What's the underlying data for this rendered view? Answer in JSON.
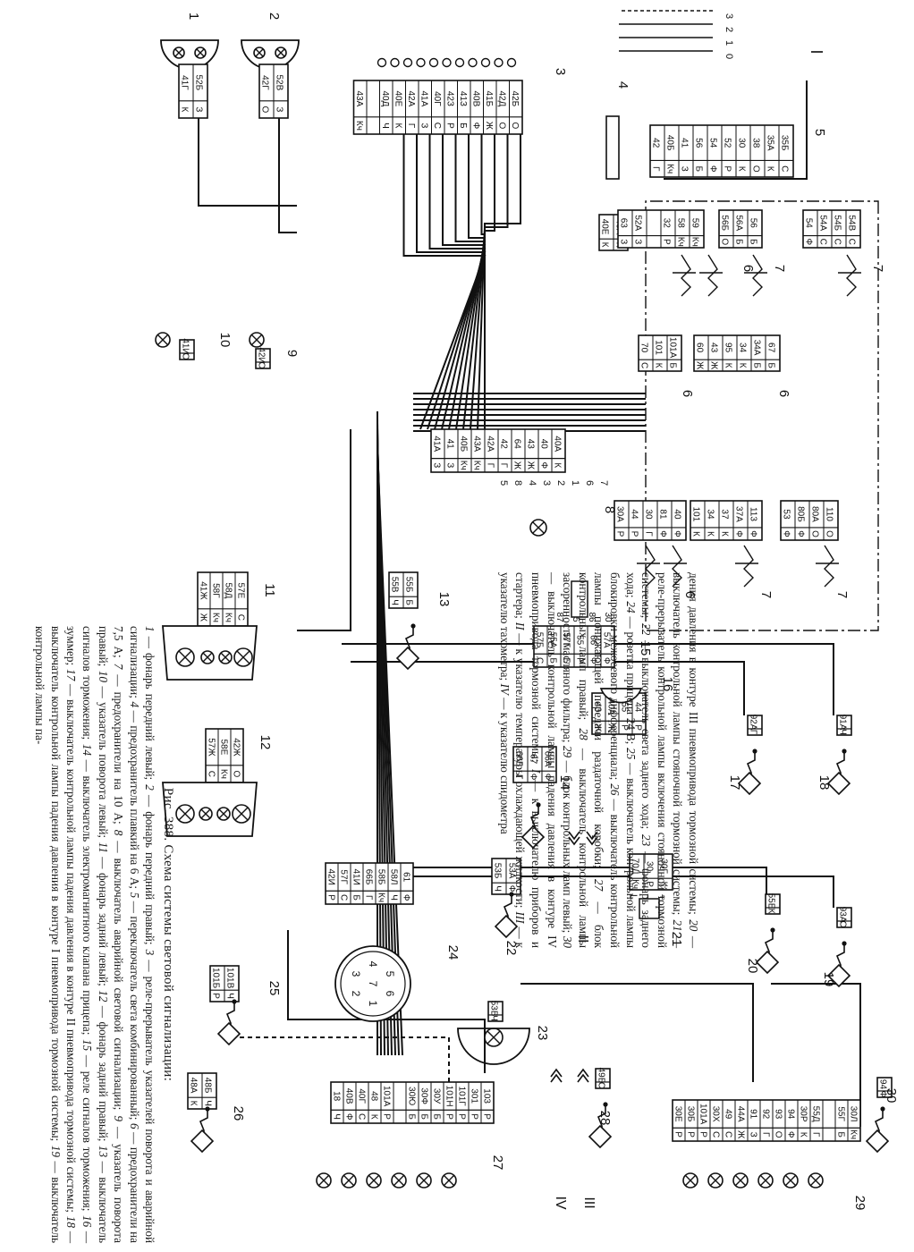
{
  "figure": {
    "title": "Рис. 388. Схема системы световой сигнализации:",
    "legend_part1": [
      {
        "n": "1",
        "t": "фонарь передний левый;"
      },
      {
        "n": "2",
        "t": "фонарь передний правый;"
      },
      {
        "n": "3",
        "t": "реле-прерыватель указателей поворота и аварийной сигнализации;"
      },
      {
        "n": "4",
        "t": "предохранитель плавкий на 6 А;"
      },
      {
        "n": "5",
        "t": "переключатель света комбинированный;"
      },
      {
        "n": "6",
        "t": "предохранители на 7,5 А;"
      },
      {
        "n": "7",
        "t": "предохранители на 10 А;"
      },
      {
        "n": "8",
        "t": "выключатель аварийной световой сигнализации;"
      },
      {
        "n": "9",
        "t": "указатель поворота правый;"
      },
      {
        "n": "10",
        "t": "указатель поворота левый;"
      },
      {
        "n": "11",
        "t": "фонарь задний левый;"
      },
      {
        "n": "12",
        "t": "фонарь задний правый;"
      },
      {
        "n": "13",
        "t": "выключатель сигналов торможения;"
      },
      {
        "n": "14",
        "t": "выключатель электромагнитного клапана прицепа;"
      },
      {
        "n": "15",
        "t": "реле сигналов торможения;"
      },
      {
        "n": "16",
        "t": "зуммер;"
      },
      {
        "n": "17",
        "t": "выключатель контрольной лампы падения давления в контуре II пневмопривода тормозной системы;"
      },
      {
        "n": "18",
        "t": "выключатель контрольной лампы падения давления в контуре I пневмопривода тормозной системы;"
      },
      {
        "n": "19",
        "t": "выключатель контрольной лампы па-"
      }
    ],
    "legend_part2": [
      {
        "n": "",
        "t": "дения давления в контуре III пневмопривода тормозной системы;"
      },
      {
        "n": "20",
        "t": "выключатель контрольной лампы стояночной тормозной системы;"
      },
      {
        "n": "21",
        "t": "реле-прерыватель контрольной лампы включения стояночной тормозной системы;"
      },
      {
        "n": "22",
        "t": "выключатель света заднего хода;"
      },
      {
        "n": "23",
        "t": "фонарь заднего хода;"
      },
      {
        "n": "24",
        "t": "розетка прицепа 24 В;"
      },
      {
        "n": "25",
        "t": "выключатель контрольной лампы блокировки межосевого дифференциала;"
      },
      {
        "n": "26",
        "t": "выключатель контрольной лампы понижающей передачи раздаточной коробки;"
      },
      {
        "n": "27",
        "t": "блок контрольных ламп правый;"
      },
      {
        "n": "28",
        "t": "выключатель контрольной лампы засоренности масляного фильтра;"
      },
      {
        "n": "29",
        "t": "блок контрольных ламп левый;"
      },
      {
        "n": "30",
        "t": "выключатель контрольной лампы падения давления в контуре IV пневмопривода тормозной системы;"
      },
      {
        "n": "I",
        "t": "к выключателю приборов и стартера;"
      },
      {
        "n": "II",
        "t": "к указателю температуры охлаждающей жидкости;"
      },
      {
        "n": "III",
        "t": "к указателю тахометра;"
      },
      {
        "n": "IV",
        "t": "к указателю спидометра"
      }
    ]
  },
  "components": {
    "c1": {
      "num": "1",
      "pins": [
        [
          "52Б",
          "З"
        ],
        [
          "41Г",
          "К"
        ]
      ]
    },
    "c2": {
      "num": "2",
      "pins": [
        [
          "52В",
          "З"
        ],
        [
          "42Г",
          "О"
        ]
      ]
    },
    "c3": {
      "num": "3",
      "pins": [
        [
          "42Б",
          "О"
        ],
        [
          "42Д",
          "О"
        ],
        [
          "41Б",
          "Ж"
        ],
        [
          "40В",
          "Ф"
        ],
        [
          "41З",
          "Б"
        ],
        [
          "42З",
          "Р"
        ],
        [
          "40Г",
          "С"
        ],
        [
          "41А",
          "З"
        ],
        [
          "42А",
          "Г"
        ],
        [
          "40Е",
          "К"
        ],
        [
          "40Д",
          "Ч"
        ],
        [
          "",
          ""
        ],
        [
          "43А",
          "Кч"
        ]
      ]
    },
    "c4": {
      "num": "4",
      "pins": [
        [
          "40А",
          "К"
        ],
        [
          "40Е",
          "К"
        ]
      ]
    },
    "c5": {
      "num": "5",
      "pins": [
        [
          "35Б",
          "С"
        ],
        [
          "35А",
          "К"
        ],
        [
          "38",
          "О"
        ],
        [
          "30",
          "К"
        ],
        [
          "52",
          "Р"
        ],
        [
          "54",
          "Ф"
        ],
        [
          "56",
          "Б"
        ],
        [
          "41",
          "З"
        ],
        [
          "40Б",
          "Кч"
        ],
        [
          "42",
          "Г"
        ]
      ]
    },
    "c5_positions": [
      "3",
      "2",
      "1",
      "0"
    ],
    "c6a": {
      "num": "6",
      "pins": [
        [
          "59",
          "Кч"
        ],
        [
          "58",
          "Кч"
        ],
        [
          "32",
          "Р"
        ],
        [
          "",
          ""
        ],
        [
          "52А",
          "З"
        ],
        [
          "63",
          "З"
        ]
      ]
    },
    "c7a": {
      "num": "7",
      "pins": [
        [
          "56",
          "Б"
        ],
        [
          "56А",
          "Б"
        ],
        [
          "56Б",
          "О"
        ]
      ]
    },
    "c7b": {
      "num": "7",
      "pins": [
        [
          "54В",
          "С"
        ],
        [
          "54Б",
          "С"
        ],
        [
          "54А",
          "С"
        ],
        [
          "54",
          "Ф"
        ]
      ]
    },
    "c6b": {
      "num": "6",
      "pins": [
        [
          "101А",
          "Б"
        ],
        [
          "101",
          "К"
        ],
        [
          "70",
          "С"
        ]
      ]
    },
    "c6c": {
      "num": "6",
      "pins": [
        [
          "67",
          "Б"
        ],
        [
          "34А",
          "Б"
        ],
        [
          "34",
          "К"
        ],
        [
          "95",
          "К"
        ],
        [
          "43",
          "Ж"
        ],
        [
          "60",
          "Ж"
        ]
      ]
    },
    "c8": {
      "num": "8",
      "pins": [
        [
          "40А",
          "К"
        ],
        [
          "40",
          "Ф"
        ],
        [
          "43",
          "Ж"
        ],
        [
          "64",
          "Ж"
        ],
        [
          "42",
          "Г"
        ],
        [
          "42А",
          "Г"
        ],
        [
          "43А",
          "Кч"
        ],
        [
          "40Б",
          "Кч"
        ],
        [
          "41",
          "З"
        ],
        [
          "41А",
          "З"
        ]
      ],
      "contacts": [
        "7",
        "6",
        "1",
        "2",
        "3",
        "4",
        "8",
        "5"
      ]
    },
    "c6d": {
      "num": "6",
      "pins": [
        [
          "40",
          "Ф"
        ],
        [
          "81",
          "Ф"
        ],
        [
          "30",
          "Г"
        ],
        [
          "44",
          "Р"
        ],
        [
          "30А",
          "Р"
        ]
      ]
    },
    "c7c": {
      "num": "7",
      "pins": [
        [
          "113",
          "Ф"
        ],
        [
          "37А",
          "Ф"
        ],
        [
          "37",
          "К"
        ],
        [
          "34",
          "К"
        ],
        [
          "101",
          "К"
        ]
      ]
    },
    "c7d": {
      "num": "7",
      "pins": [
        [
          "110",
          "О"
        ],
        [
          "80А",
          "О"
        ],
        [
          "80Б",
          "Ф"
        ],
        [
          "53",
          "Ф"
        ]
      ]
    },
    "c9": {
      "num": "9",
      "pins": [
        [
          "42И",
          "О"
        ]
      ]
    },
    "c10": {
      "num": "10",
      "pins": [
        [
          "41И",
          "О"
        ]
      ]
    },
    "c11": {
      "num": "11",
      "pins": [
        [
          "57Е",
          "С"
        ],
        [
          "58Д",
          "Кч"
        ],
        [
          "58Г",
          "Кч"
        ],
        [
          "41Ж",
          "Ж"
        ]
      ]
    },
    "c12": {
      "num": "12",
      "pins": [
        [
          "42Ж",
          "О"
        ],
        [
          "58Е",
          "Кч"
        ],
        [
          "57Ж",
          "С"
        ]
      ]
    },
    "c13": {
      "num": "13",
      "pins": [
        [
          "55Б",
          "Б"
        ],
        [
          "55В",
          "Ч"
        ]
      ]
    },
    "c14": {
      "num": "14",
      "pins": [
        [
          "66А",
          "Ф"
        ],
        [
          "67",
          "Ф"
        ],
        [
          "66Б",
          "Г"
        ]
      ]
    },
    "c15": {
      "num": "15",
      "pins": [
        [
          "57А",
          "Ф"
        ],
        [
          "66",
          "Ф"
        ],
        [
          "55",
          "Р"
        ],
        [
          "57Г",
          "Б"
        ],
        [
          "55А",
          "Б"
        ],
        [
          "57Б",
          "С"
        ]
      ],
      "contacts": [
        "30",
        "86",
        "85",
        "87"
      ]
    },
    "c16": {
      "num": "16",
      "pins": [
        [
          "44",
          "Р"
        ],
        [
          "55",
          "Р"
        ],
        [
          "40А",
          "Ж"
        ],
        [
          "43",
          "Ж"
        ]
      ]
    },
    "c17": {
      "num": "17",
      "pins": [
        [
          "92А",
          "Г"
        ]
      ]
    },
    "c18": {
      "num": "18",
      "pins": [
        [
          "91А",
          "Ч"
        ]
      ]
    },
    "c19": {
      "num": "19",
      "pins": [
        [
          "93А",
          "О"
        ]
      ]
    },
    "c20": {
      "num": "20",
      "pins": [
        [
          "55Е",
          "К"
        ]
      ]
    },
    "c21": {
      "num": "21",
      "pins": [
        [
          "30Г",
          "К"
        ],
        [
          "30",
          "Р"
        ],
        [
          "70Д",
          "Кч"
        ]
      ],
      "contacts": [
        "+",
        "−",
        "L"
      ]
    },
    "c22": {
      "num": "22",
      "pins": [
        [
          "53А",
          "Ф"
        ],
        [
          "53Б",
          "Ч"
        ]
      ]
    },
    "c23": {
      "num": "23",
      "pins": [
        [
          "53В",
          "Ч"
        ]
      ]
    },
    "c24": {
      "num": "24",
      "pins": [
        [
          "61",
          "Ф"
        ],
        [
          "58Л",
          "Ч"
        ],
        [
          "58Б",
          "Кч"
        ],
        [
          "66Б",
          "Г"
        ],
        [
          "41И",
          "Б"
        ],
        [
          "57Г",
          "С"
        ],
        [
          "42И",
          "Р"
        ]
      ],
      "socket": [
        "1",
        "2",
        "3",
        "4",
        "5",
        "6",
        "7"
      ]
    },
    "c25": {
      "num": "25",
      "pins": [
        [
          "101В",
          "Ч"
        ],
        [
          "101Б",
          "Р"
        ]
      ]
    },
    "c26": {
      "num": "26",
      "pins": [
        [
          "48Б",
          "Ч"
        ],
        [
          "48А",
          "К"
        ]
      ]
    },
    "c27": {
      "num": "27",
      "pins": [
        [
          "103",
          "Р"
        ],
        [
          "301",
          "Р"
        ],
        [
          "101Г",
          "Р"
        ],
        [
          "101Н",
          "Р"
        ],
        [
          "30У",
          "Б"
        ],
        [
          "30Ф",
          "Б"
        ],
        [
          "30Ю",
          "Б"
        ],
        [
          "",
          ""
        ],
        [
          "101А",
          "Р"
        ],
        [
          "48",
          "К"
        ],
        [
          "40Г",
          "С"
        ],
        [
          "40В",
          "Ф"
        ],
        [
          "18",
          "Ч"
        ]
      ]
    },
    "c28": {
      "num": "28",
      "pins": [
        [
          "49Б",
          "С"
        ]
      ]
    },
    "c29": {
      "num": "29",
      "pins": [
        [
          "30Л",
          "Кч"
        ],
        [
          "55Г",
          "Б"
        ],
        [
          "",
          ""
        ],
        [
          "55Д",
          "Г"
        ],
        [
          "30Р",
          "К"
        ],
        [
          "94",
          "Ф"
        ],
        [
          "93",
          "О"
        ],
        [
          "92",
          "Г"
        ],
        [
          "91",
          "З"
        ],
        [
          "44А",
          "Ж"
        ],
        [
          "49",
          "С"
        ],
        [
          "30Х",
          "С"
        ],
        [
          "101А",
          "Р"
        ],
        [
          "30Б",
          "Р"
        ],
        [
          "30Е",
          "Р"
        ]
      ]
    },
    "c30": {
      "num": "30",
      "pins": [
        [
          "94",
          "Ф"
        ]
      ]
    }
  },
  "external": {
    "I": "I",
    "II": "II",
    "III": "III",
    "IV": "IV"
  },
  "colors": {
    "ink": "#111111",
    "paper": "#ffffff"
  }
}
